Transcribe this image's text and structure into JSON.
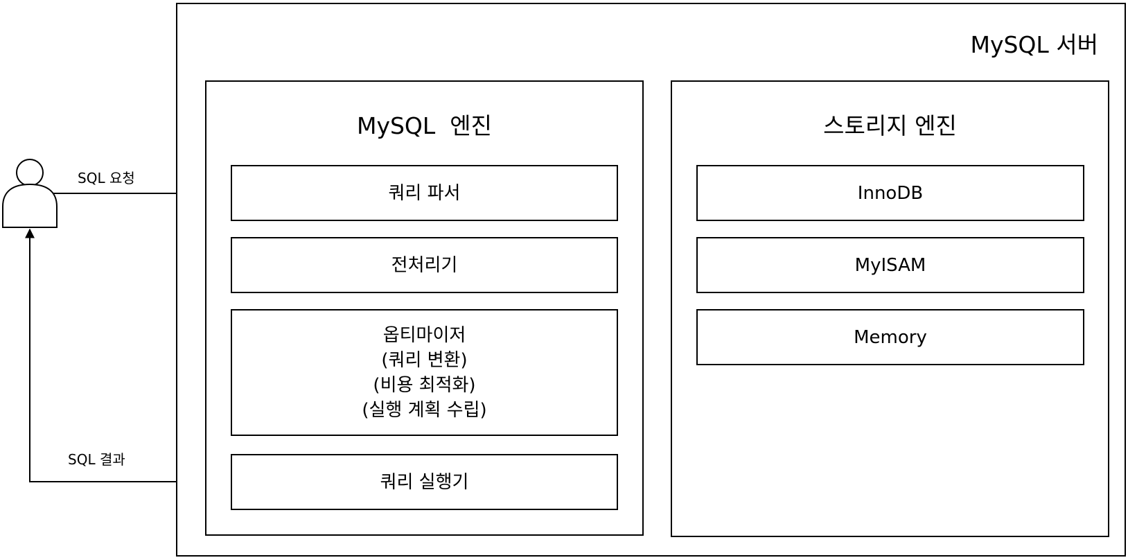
{
  "server": {
    "title": "MySQL 서버"
  },
  "mysql_engine": {
    "title": "MySQL  엔진",
    "query_parser": "쿼리 파서",
    "preprocessor": "전처리기",
    "optimizer": {
      "name": "옵티마이저",
      "details": [
        "(쿼리 변환)",
        "(비용 최적화)",
        "(실행 계획 수립)"
      ]
    },
    "query_executor": "쿼리 실행기"
  },
  "storage_engine": {
    "title": "스토리지 엔진",
    "engines": [
      "InnoDB",
      "MyISAM",
      "Memory"
    ]
  },
  "edges": {
    "request_label": "SQL 요청",
    "result_label": "SQL 결과"
  }
}
